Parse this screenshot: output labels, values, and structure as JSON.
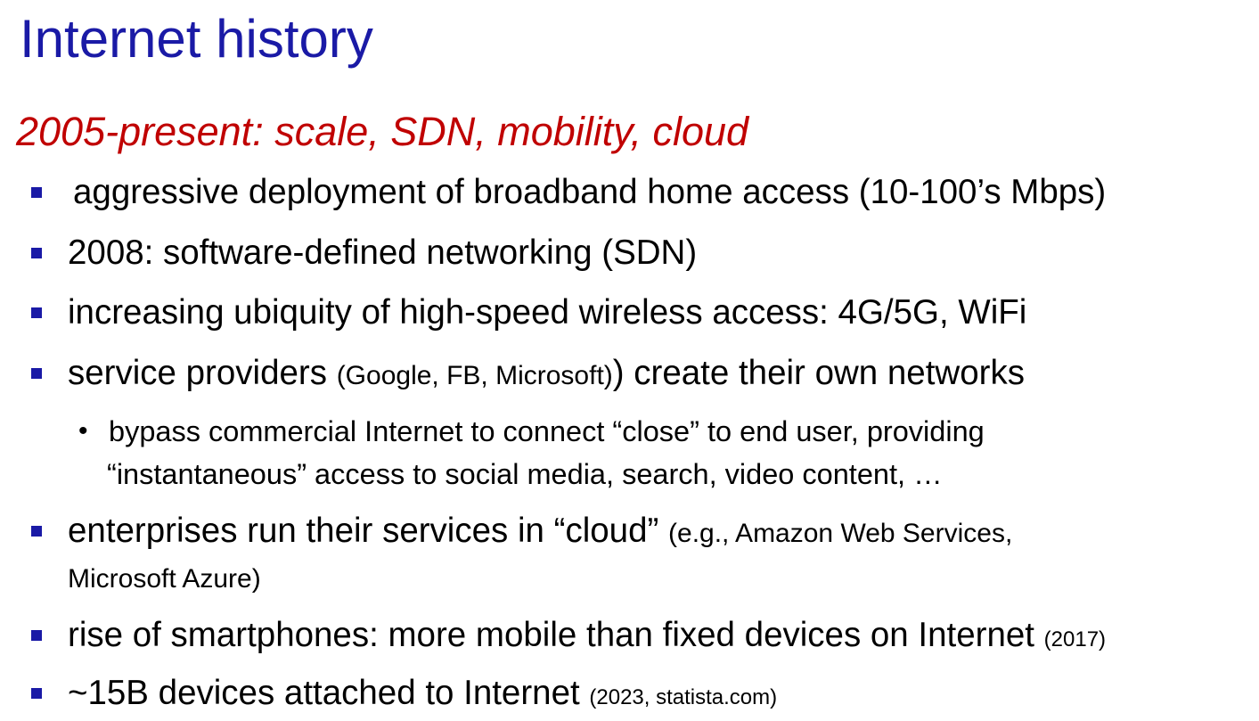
{
  "slide": {
    "title": "Internet history",
    "subtitle": "2005-present: scale, SDN, mobility, cloud",
    "bullets": [
      {
        "main": "aggressive deployment of broadband home access (10-100’s Mbps)"
      },
      {
        "main": "2008: software-defined networking (SDN)"
      },
      {
        "main": "increasing ubiquity of high-speed wireless access: 4G/5G, WiFi"
      },
      {
        "pre": "service providers ",
        "small": "(Google, FB, Microsoft)",
        "post": ") create their own networks"
      },
      {
        "pre": "enterprises run their services in “cloud” ",
        "small": "(e.g., Amazon Web Services,",
        "line2": "Microsoft Azure)"
      },
      {
        "pre": "rise of smartphones: more mobile than fixed devices on Internet ",
        "small": "(2017)"
      },
      {
        "pre": "~15B devices attached to Internet ",
        "small": "(2023, statista.com)"
      }
    ],
    "sub_bullet": {
      "marker": "•",
      "line1": "bypass commercial Internet to connect “close” to end user, providing",
      "line2": "“instantaneous” access to social media, search, video content, …"
    }
  },
  "colors": {
    "title": "#1a1aa6",
    "subtitle": "#c00000",
    "bullet_marker": "#1a1aa6",
    "text": "#000000"
  }
}
